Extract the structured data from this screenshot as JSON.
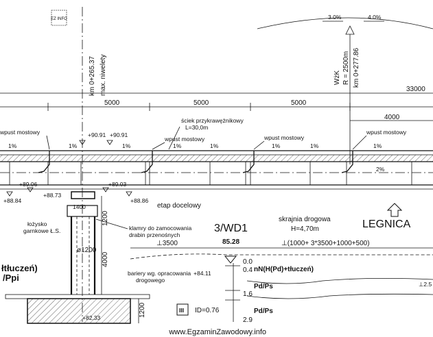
{
  "logo": {
    "label": "EZ INFO"
  },
  "stations": {
    "level_km": "km 0+265.37",
    "level_note": "max. niwelety",
    "curve_wk": "WżK",
    "curve_r": "R = 2500m",
    "curve_km": "km 0+277.86"
  },
  "slopes": {
    "left": "3.0%",
    "right": "4.0%"
  },
  "dims": {
    "total_right": "33000",
    "span_1": "5000",
    "span_2": "5000",
    "span_3": "5000",
    "span_right": "4000",
    "width_1400": "1400",
    "height_1200_top": "1200",
    "height_4000": "4000",
    "height_1200_bottom": "1200",
    "dia_1200": "ø1200",
    "dim_3500": "⊥3500",
    "formula": "⊥(1000+ 3*3500+1000+500)"
  },
  "labels": {
    "wpust_1": "wpust mostowy",
    "wpust_2": "wpust mostowy",
    "wpust_3": "wpust mostowy",
    "wpust_4": "wpust mostowy",
    "sciek_1": "ściek przykrawężnikowy",
    "sciek_2": "L=30,0m",
    "etap": "etap docelowy",
    "lozysko_1": "łożysko",
    "lozysko_2": "garnkowe Ł.S.",
    "klamry_1": "klamry do zamocowania",
    "klamry_2": "drabin przenośnych",
    "bariery_1": "bariery wg. opracowania",
    "bariery_2": "drogowego",
    "skrajnia_1": "skrajnia drogowa",
    "skrajnia_2": "H=4,70m",
    "city": "LEGNICA",
    "section": "3/WD1",
    "section_val": "85.28",
    "left_1": "łtłuczeń)",
    "left_2": "/Ppi",
    "soil_1": "nN(H(Pd)+tłuczeń)",
    "soil_2": "Pd/Ps",
    "soil_3": "Pd/Ps",
    "right_cut": "⊥2.5",
    "il_box": "III",
    "id_value": "ID=0.76",
    "watermark": "www.EgzaminZawodowy.info"
  },
  "percents": {
    "p1": "1%",
    "p2": "1%",
    "p3": "1%",
    "p4": "1%",
    "p5": "1%",
    "p6": "1%",
    "p7": "1%",
    "p8": "1%",
    "p9": "2%"
  },
  "elevations": {
    "e1": "+90.91",
    "e2": "+90.91",
    "e3": "+89.06",
    "e4": "+89.03",
    "e5": "+88.84",
    "e6": "+88.73",
    "e7": "+88.86",
    "e8": "+84.11",
    "e9": "+82.33"
  },
  "depths": {
    "d1": "0.0",
    "d2": "0.4",
    "d3": "1.6",
    "d4": "2.9"
  }
}
